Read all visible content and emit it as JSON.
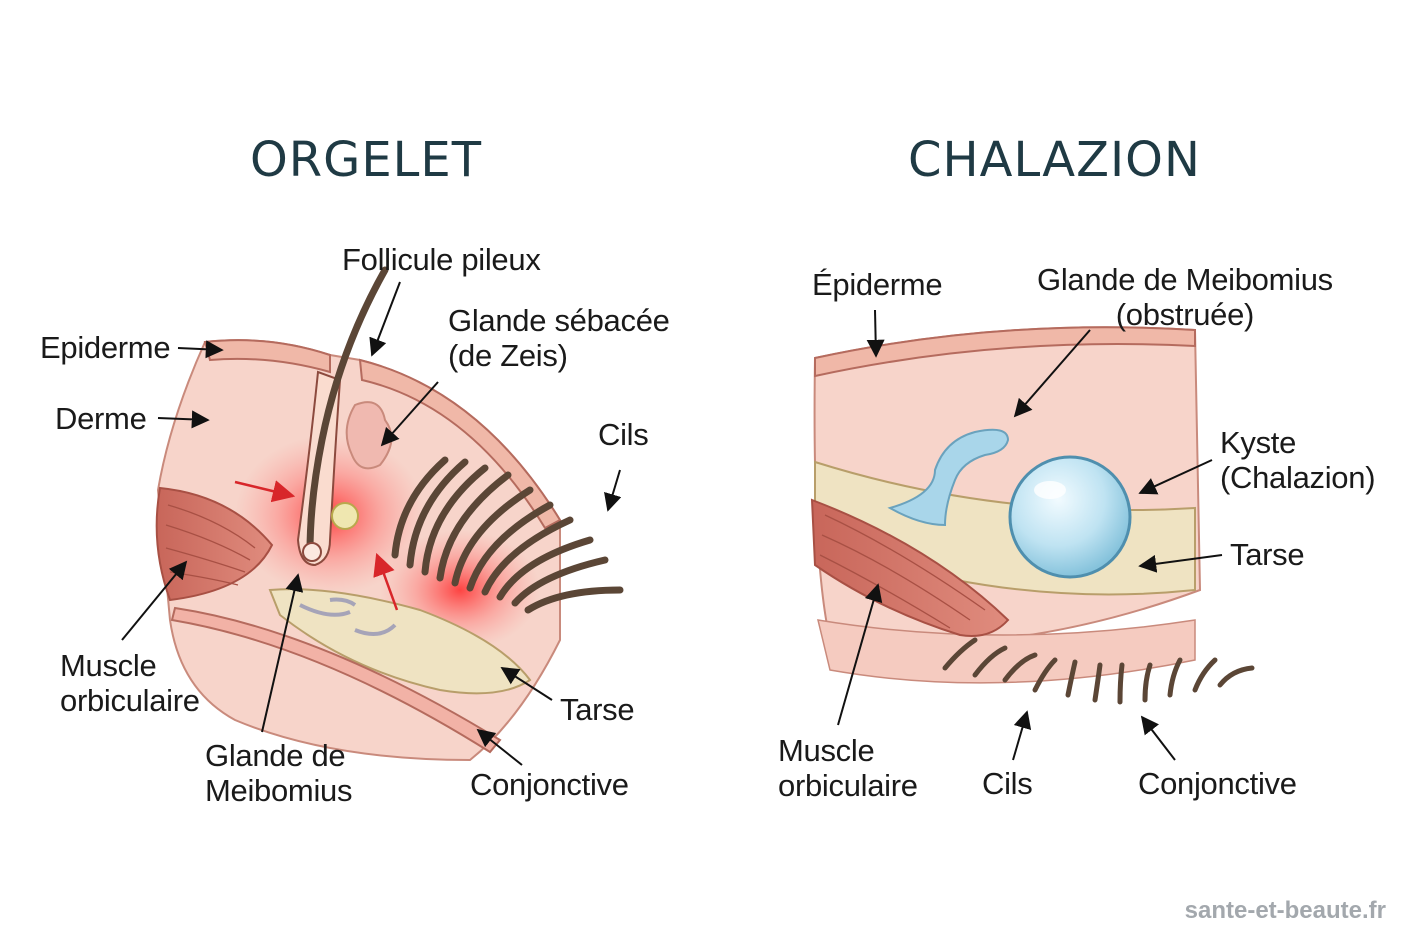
{
  "orgelet": {
    "title": "ORGELET",
    "labels": {
      "follicule": "Follicule pileux",
      "glande_sebacee_l1": "Glande sébacée",
      "glande_sebacee_l2": "(de Zeis)",
      "epiderme": "Epiderme",
      "derme": "Derme",
      "cils": "Cils",
      "muscle_l1": "Muscle",
      "muscle_l2": "orbiculaire",
      "meibomius_l1": "Glande de",
      "meibomius_l2": "Meibomius",
      "tarse": "Tarse",
      "conjonctive": "Conjonctive"
    }
  },
  "chalazion": {
    "title": "CHALAZION",
    "labels": {
      "epiderme": "Épiderme",
      "meibomius_l1": "Glande de Meibomius",
      "meibomius_l2": "(obstruée)",
      "kyste_l1": "Kyste",
      "kyste_l2": "(Chalazion)",
      "tarse": "Tarse",
      "muscle_l1": "Muscle",
      "muscle_l2": "orbiculaire",
      "cils": "Cils",
      "conjonctive": "Conjonctive"
    }
  },
  "watermark": "sante-et-beaute.fr",
  "colors": {
    "skin": "#f6d2c8",
    "skin_outline": "#b56b5e",
    "muscle": "#d97a6e",
    "tarse": "#efe3c2",
    "inflammation": "#ff3b3b",
    "cyst": "#c7e6f3",
    "gland_blue": "#a9d6ea",
    "lash": "#5b4636",
    "title": "#1f3a44"
  }
}
